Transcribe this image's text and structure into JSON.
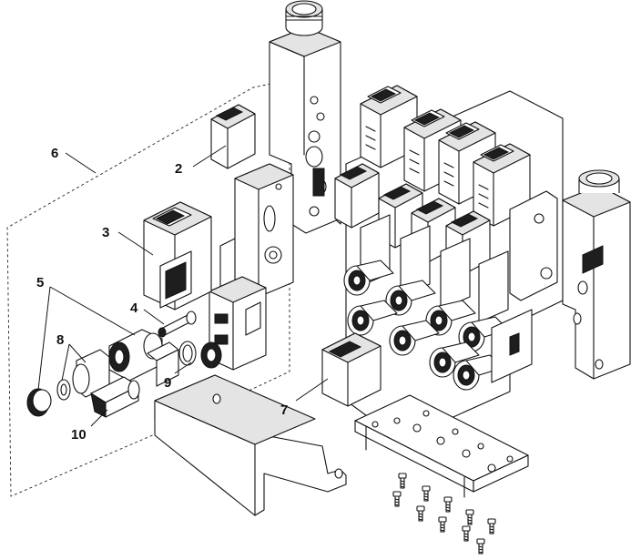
{
  "figure": {
    "callouts": [
      {
        "id": "2",
        "text": "2"
      },
      {
        "id": "3",
        "text": "3"
      },
      {
        "id": "4",
        "text": "4"
      },
      {
        "id": "5",
        "text": "5"
      },
      {
        "id": "6",
        "text": "6"
      },
      {
        "id": "7",
        "text": "7"
      },
      {
        "id": "8",
        "text": "8"
      },
      {
        "id": "9",
        "text": "9"
      },
      {
        "id": "10",
        "text": "10"
      }
    ]
  },
  "colors": {
    "line": "#111111",
    "background": "#ffffff",
    "shade": "#e4e4e4",
    "dark_fill": "#1e1e1e"
  }
}
